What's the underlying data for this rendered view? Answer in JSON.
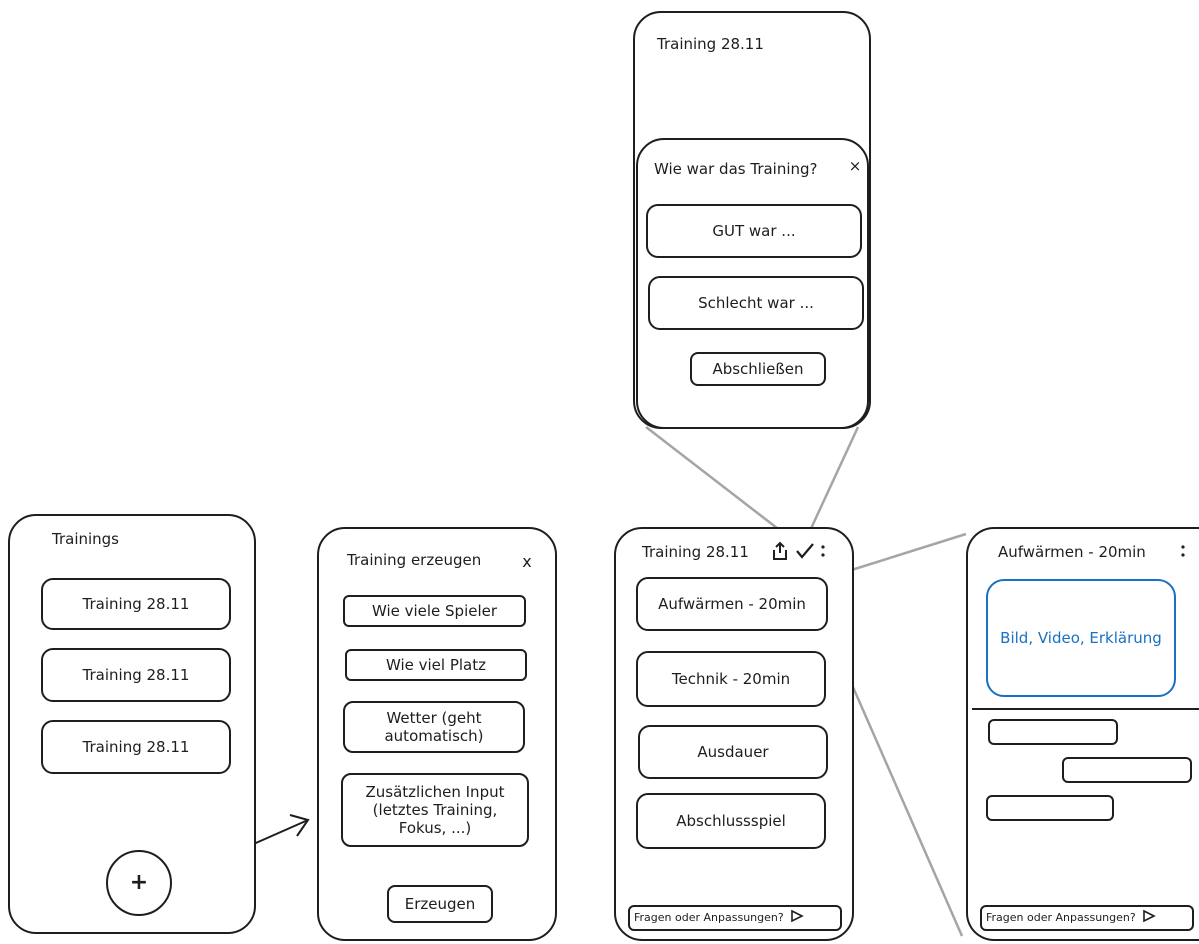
{
  "screen_list": {
    "title": "Trainings",
    "items": [
      "Training 28.11",
      "Training 28.11",
      "Training 28.11"
    ],
    "fab_label": "+"
  },
  "screen_create": {
    "title": "Training erzeugen",
    "close": "x",
    "fields": [
      "Wie viele Spieler",
      "Wie viel Platz",
      "Wetter (geht automatisch)",
      "Zusätzlichen Input (letztes Training, Fokus, ...)"
    ],
    "submit": "Erzeugen"
  },
  "screen_training": {
    "title": "Training 28.11",
    "sections": [
      "Aufwärmen - 20min",
      "Technik - 20min",
      "Ausdauer",
      "Abschlussspiel"
    ],
    "chat_placeholder": "Fragen oder Anpassungen?"
  },
  "screen_feedback": {
    "title": "Training 28.11",
    "dialog_title": "Wie war das Training?",
    "close": "×",
    "good": "GUT war ...",
    "bad": "Schlecht war ...",
    "finish": "Abschließen"
  },
  "screen_detail": {
    "title": "Aufwärmen - 20min",
    "media": "Bild, Video, Erklärung",
    "chat_placeholder": "Fragen oder Anpassungen?"
  },
  "colors": {
    "ink": "#1e1e1e",
    "accent": "#1971c2",
    "connector": "#a5a5a5"
  }
}
